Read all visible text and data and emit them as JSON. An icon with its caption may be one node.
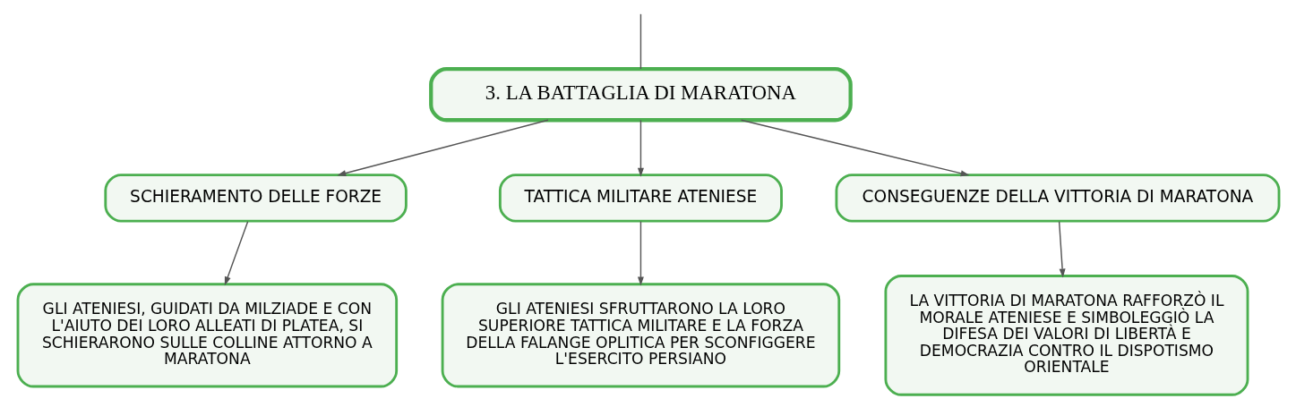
{
  "diagram": {
    "nodes": [
      {
        "text": [
          "3. LA BATTAGLIA DI MARATONA"
        ]
      },
      {
        "text": [
          "SCHIERAMENTO DELLE FORZE"
        ]
      },
      {
        "text": [
          "TATTICA MILITARE ATENIESE"
        ]
      },
      {
        "text": [
          "CONSEGUENZE DELLA VITTORIA DI MARATONA"
        ]
      },
      {
        "text": [
          "GLI ATENIESI, GUIDATI DA MILZIADE E CON L'AIUTO DEI LORO ALLEATI DI PLATEA, SI SCHIERARONO SULLE COLLINE ATTORNO A MARATONA"
        ]
      },
      {
        "text": [
          "GLI ATENIESI SFRUTTARONO LA LORO SUPERIORE TATTICA MILITARE E LA FORZA DELLA FALANGE OPLITICA PER SCONFIGGERE L'ESERCITO PERSIANO"
        ]
      },
      {
        "text": [
          "LA VITTORIA DI MARATONA RAFFORZÒ IL MORALE ATENIESE E SIMBOLEGGIÒ LA DIFESA DEI VALORI DI LIBERTÀ E DEMOCRAZIA CONTRO IL DISPOTISMO ORIENTALE"
        ]
      }
    ],
    "edges": [
      {
        "from": null,
        "to": 0,
        "arrow": "none"
      },
      {
        "from": 0,
        "to": 1,
        "arrow": "to"
      },
      {
        "from": 0,
        "to": 2,
        "arrow": "to"
      },
      {
        "from": 0,
        "to": 3,
        "arrow": "to"
      },
      {
        "from": 1,
        "to": 4,
        "arrow": "to"
      },
      {
        "from": 2,
        "to": 5,
        "arrow": "to"
      },
      {
        "from": 3,
        "to": 6,
        "arrow": "to"
      }
    ]
  }
}
